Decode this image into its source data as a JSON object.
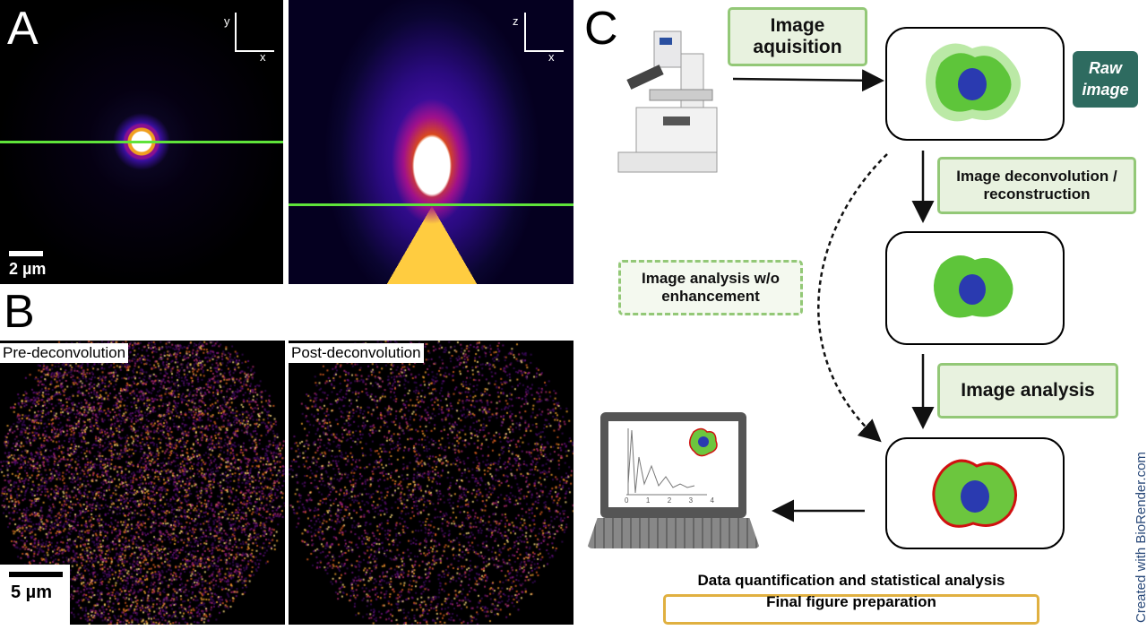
{
  "panel_a": {
    "letter": "A",
    "scale_label": "2 µm",
    "left_axes": {
      "vertical": "y",
      "horizontal": "x"
    },
    "right_axes": {
      "vertical": "z",
      "horizontal": "x"
    }
  },
  "panel_b": {
    "letter": "B",
    "pre_label": "Pre-deconvolution",
    "post_label": "Post-deconvolution",
    "scale_label": "5 µm"
  },
  "panel_c": {
    "letter": "C",
    "step_acquisition": "Image aquisition",
    "raw_badge_line1": "Raw",
    "raw_badge_line2": "image",
    "step_deconvolution_line1": "Image deconvolution /",
    "step_deconvolution_line2": "reconstruction",
    "step_no_enhancement_line1": "Image analysis w/o",
    "step_no_enhancement_line2": "enhancement",
    "step_analysis": "Image analysis",
    "final_line1": "Data quantification and statistical analysis",
    "final_line2": "Final figure preparation",
    "laptop_ticks": [
      "0",
      "1",
      "2",
      "3",
      "4"
    ],
    "watermark": "Created with BioRender.com"
  },
  "colors": {
    "green_line": "#5fe33a",
    "box_fill": "#e8f2df",
    "box_border": "#93c877",
    "badge": "#2e6b60",
    "final_border": "#e0b040",
    "watermark": "#2a4a7a"
  }
}
